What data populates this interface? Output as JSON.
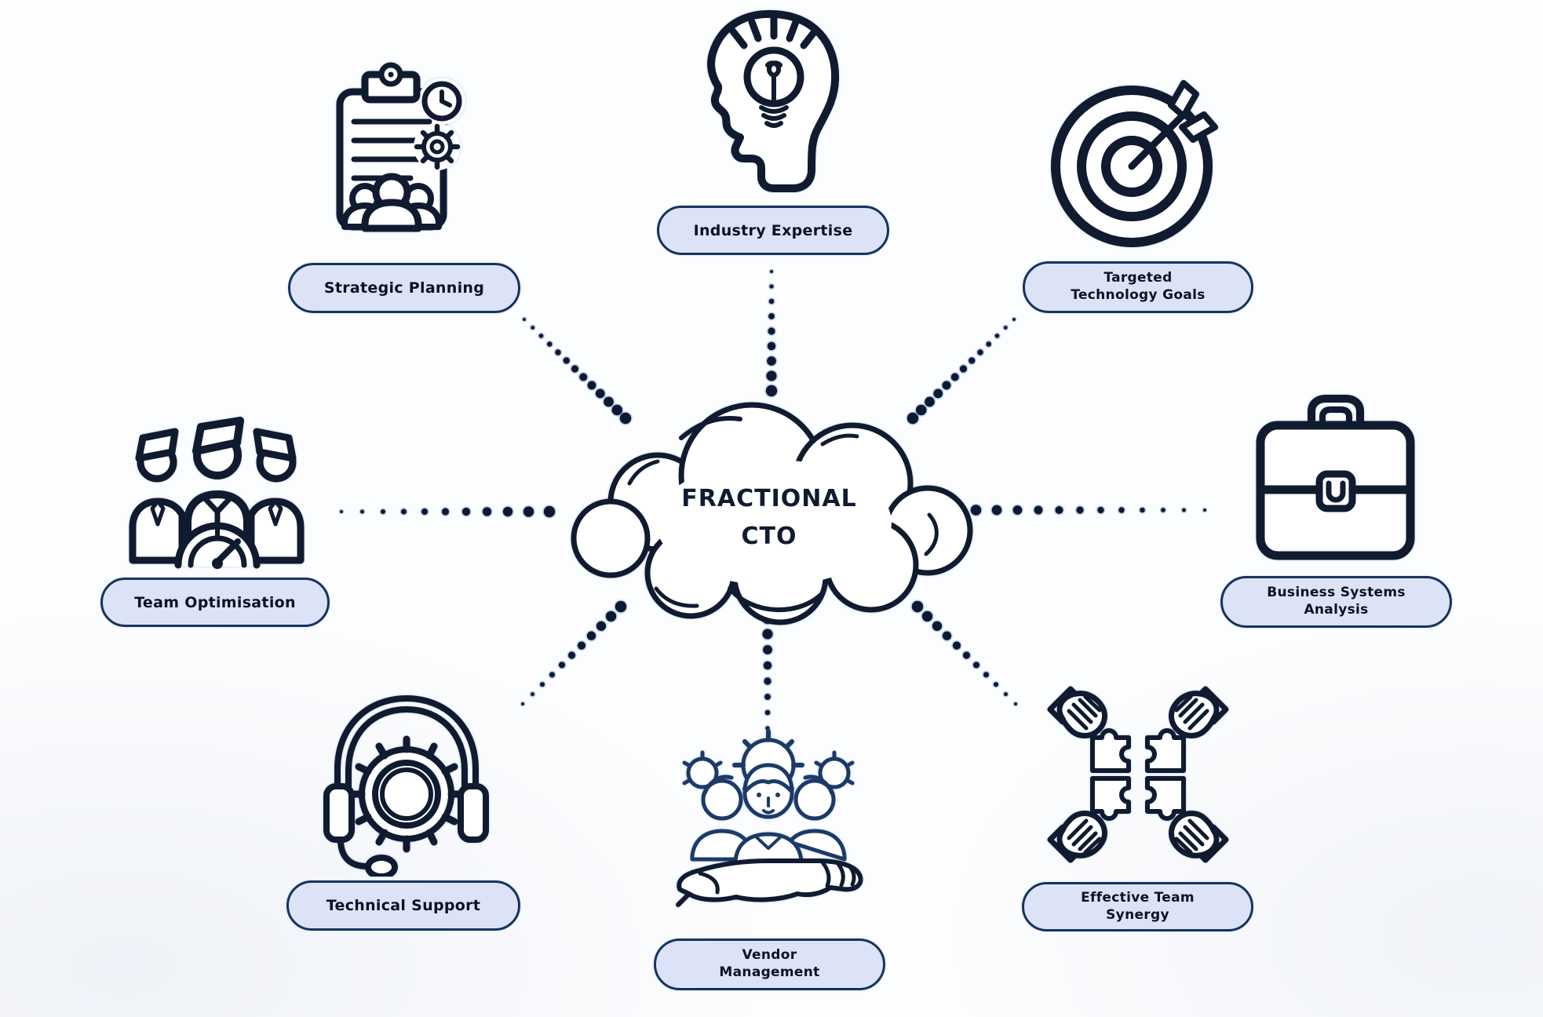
{
  "diagram": {
    "center_label": "FRACTIONAL\nCTO",
    "nodes": [
      {
        "id": "strategic-planning",
        "label": "Strategic Planning"
      },
      {
        "id": "industry-expertise",
        "label": "Industry Expertise"
      },
      {
        "id": "targeted-technology-goals",
        "label": "Targeted\nTechnology Goals"
      },
      {
        "id": "team-optimisation",
        "label": "Team Optimisation"
      },
      {
        "id": "business-systems-analysis",
        "label": "Business Systems\nAnalysis"
      },
      {
        "id": "technical-support",
        "label": "Technical Support"
      },
      {
        "id": "vendor-management",
        "label": "Vendor\nManagement"
      },
      {
        "id": "effective-team-synergy",
        "label": "Effective Team\nSynergy"
      }
    ],
    "colors": {
      "ink": "#101b30",
      "ink_soft": "#1c3a66",
      "pill_bg": "#dde3f6",
      "pill_border": "#16335f",
      "label_text": "#0b1322",
      "dot": "#0d1930",
      "background": "#fcfdfe"
    }
  }
}
